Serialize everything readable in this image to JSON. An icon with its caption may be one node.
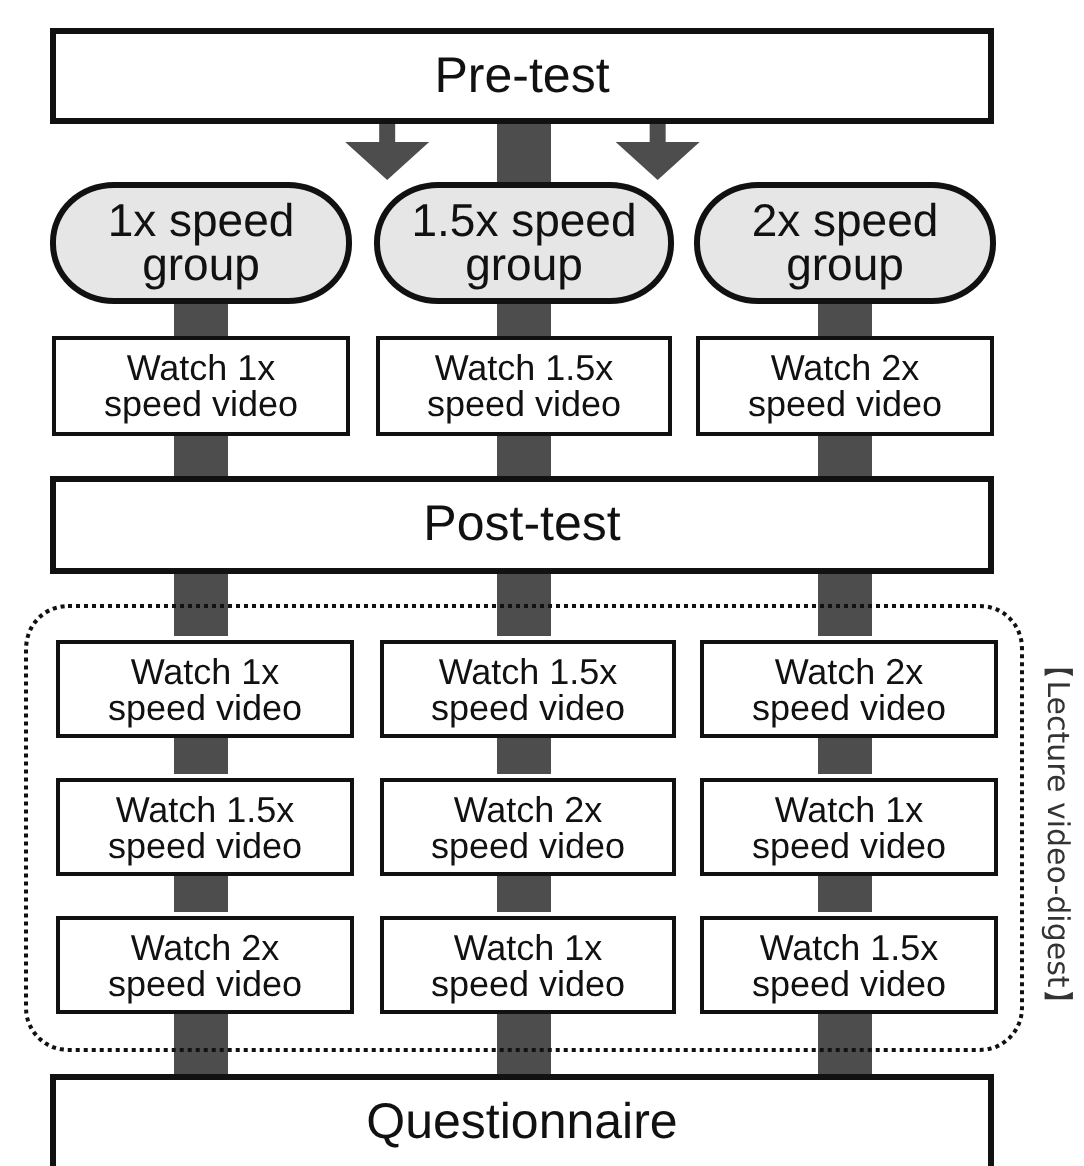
{
  "diagram": {
    "nodes": [
      {
        "text": [
          "Pre-test"
        ]
      },
      {
        "text": [
          "1x speed group"
        ]
      },
      {
        "text": [
          "1.5x speed group"
        ]
      },
      {
        "text": [
          "2x speed group"
        ]
      },
      {
        "text": [
          "Watch 1x speed video"
        ]
      },
      {
        "text": [
          "Watch 1.5x speed video"
        ]
      },
      {
        "text": [
          "Watch 2x speed video"
        ]
      },
      {
        "text": [
          "Post-test"
        ]
      },
      {
        "text": [],
        "shape": "box",
        "beside": [
          "【Lecture video-digest】"
        ]
      },
      {
        "text": [
          "Watch 1x speed video"
        ],
        "in": 8
      },
      {
        "text": [
          "Watch 1.5x speed video"
        ],
        "in": 8
      },
      {
        "text": [
          "Watch 2x speed video"
        ],
        "in": 8
      },
      {
        "text": [
          "Watch 1.5x speed video"
        ],
        "in": 8
      },
      {
        "text": [
          "Watch 2x speed video"
        ],
        "in": 8
      },
      {
        "text": [
          "Watch 1x speed video"
        ],
        "in": 8
      },
      {
        "text": [
          "Watch 2x speed video"
        ],
        "in": 8
      },
      {
        "text": [
          "Watch 1x speed video"
        ],
        "in": 8
      },
      {
        "text": [
          "Watch 1.5x speed video"
        ],
        "in": 8
      },
      {
        "text": [
          "Questionnaire"
        ]
      }
    ],
    "edges": [
      {
        "from": 0,
        "to": 1,
        "arrow": "to"
      },
      {
        "from": 0,
        "to": 2,
        "arrow": "none"
      },
      {
        "from": 0,
        "to": 3,
        "arrow": "to"
      },
      {
        "from": 1,
        "to": 4,
        "arrow": "none"
      },
      {
        "from": 2,
        "to": 5,
        "arrow": "none"
      },
      {
        "from": 3,
        "to": 6,
        "arrow": "none"
      },
      {
        "from": 4,
        "to": 7,
        "arrow": "none"
      },
      {
        "from": 5,
        "to": 7,
        "arrow": "none"
      },
      {
        "from": 6,
        "to": 7,
        "arrow": "none"
      },
      {
        "from": 7,
        "to": 9,
        "arrow": "none"
      },
      {
        "from": 7,
        "to": 10,
        "arrow": "none"
      },
      {
        "from": 7,
        "to": 11,
        "arrow": "none"
      },
      {
        "from": 9,
        "to": 12,
        "arrow": "none"
      },
      {
        "from": 10,
        "to": 13,
        "arrow": "none"
      },
      {
        "from": 11,
        "to": 14,
        "arrow": "none"
      },
      {
        "from": 12,
        "to": 15,
        "arrow": "none"
      },
      {
        "from": 13,
        "to": 16,
        "arrow": "none"
      },
      {
        "from": 14,
        "to": 17,
        "arrow": "none"
      },
      {
        "from": 15,
        "to": 18,
        "arrow": "none"
      },
      {
        "from": 16,
        "to": 18,
        "arrow": "none"
      },
      {
        "from": 17,
        "to": 18,
        "arrow": "none"
      }
    ]
  }
}
